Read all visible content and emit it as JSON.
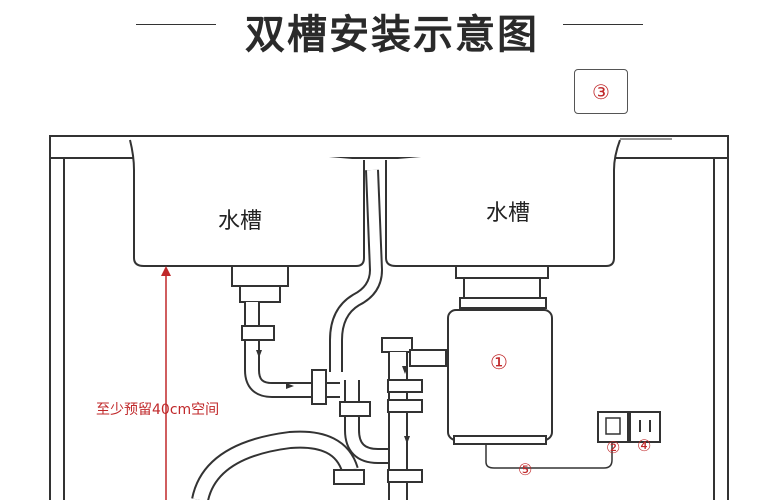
{
  "title": "双槽安装示意图",
  "sink_labels": [
    "水槽",
    "水槽"
  ],
  "reserve_space_note": "至少预留40cm空间",
  "callouts": {
    "badge": "③",
    "disposer": "①",
    "socket_left": "②",
    "socket_right": "④",
    "cable": "⑤"
  },
  "colors": {
    "accent": "#c0282a",
    "line": "#333333"
  }
}
